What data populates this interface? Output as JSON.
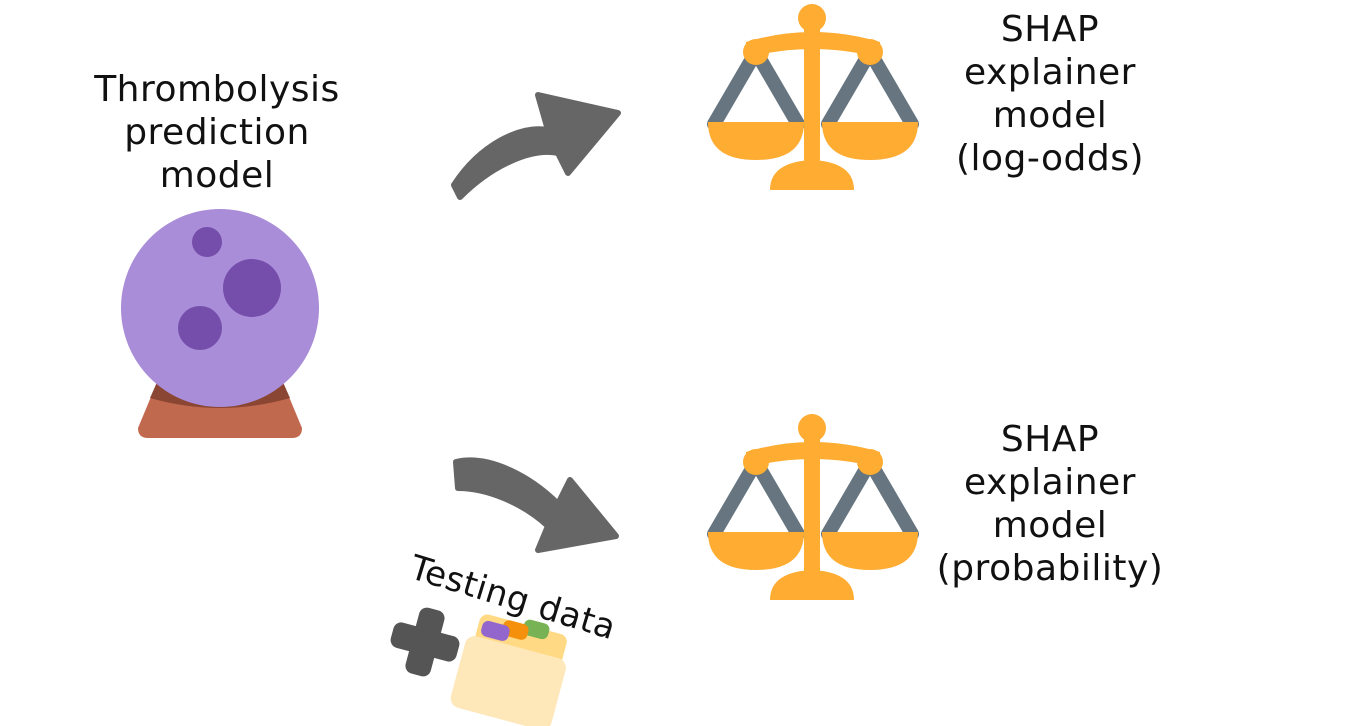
{
  "prediction_model": {
    "label": "Thrombolysis\nprediction\nmodel",
    "icon": "crystal-ball-icon"
  },
  "shap_logodds": {
    "label": "SHAP\nexplainer\nmodel\n(log-odds)",
    "icon": "scales-icon"
  },
  "shap_probability": {
    "label": "SHAP\nexplainer\nmodel\n(probability)",
    "icon": "scales-icon"
  },
  "testing_data": {
    "label": "Testing data",
    "icons": [
      "plus-icon",
      "file-folder-icon"
    ]
  },
  "colors": {
    "arrow": "#666666",
    "crystal_ball": "#aa8dd8",
    "crystal_spots": "#744eaa",
    "crystal_base": "#c1694f",
    "crystal_base_dark": "#8a4633",
    "scales_gold": "#ffac33",
    "scales_chain": "#66757f",
    "folder": "#fee7b8",
    "folder_back": "#ffd983",
    "tab_purple": "#9266cc",
    "tab_orange": "#f4900c",
    "tab_green": "#77b255",
    "plus": "#555555"
  }
}
